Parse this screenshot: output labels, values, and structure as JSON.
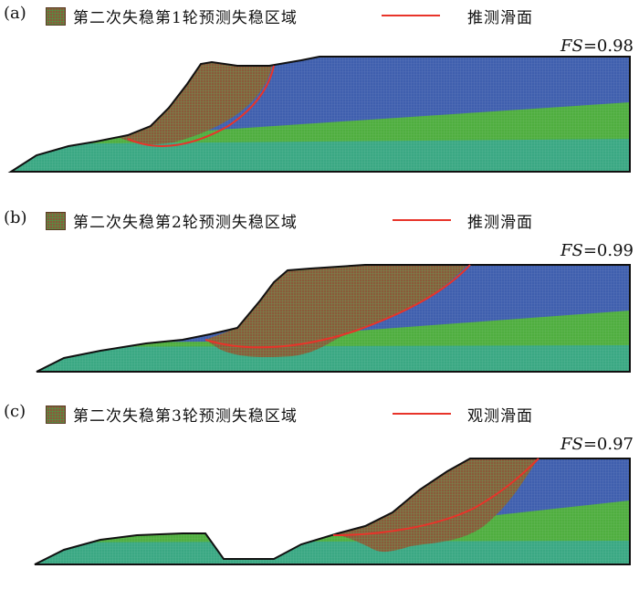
{
  "panels": [
    {
      "label": "(a)",
      "legend_region": "第二次失稳第1轮预测失稳区域",
      "legend_line": "推测滑面",
      "fs_var": "FS",
      "fs_val": "=0.98"
    },
    {
      "label": "(b)",
      "legend_region": "第二次失稳第2轮预测失稳区域",
      "legend_line": "推测滑面",
      "fs_var": "FS",
      "fs_val": "=0.99"
    },
    {
      "label": "(c)",
      "legend_region": "第二次失稳第3轮预测失稳区域",
      "legend_line": "观测滑面",
      "fs_var": "FS",
      "fs_val": "=0.97"
    }
  ],
  "colors": {
    "unstable_region": "#8a5a3a",
    "slip_surface": "#e8342a",
    "upper_layer": "#3f5fae",
    "middle_layer": "#4fae3f",
    "bottom_layer": "#3aa883"
  }
}
